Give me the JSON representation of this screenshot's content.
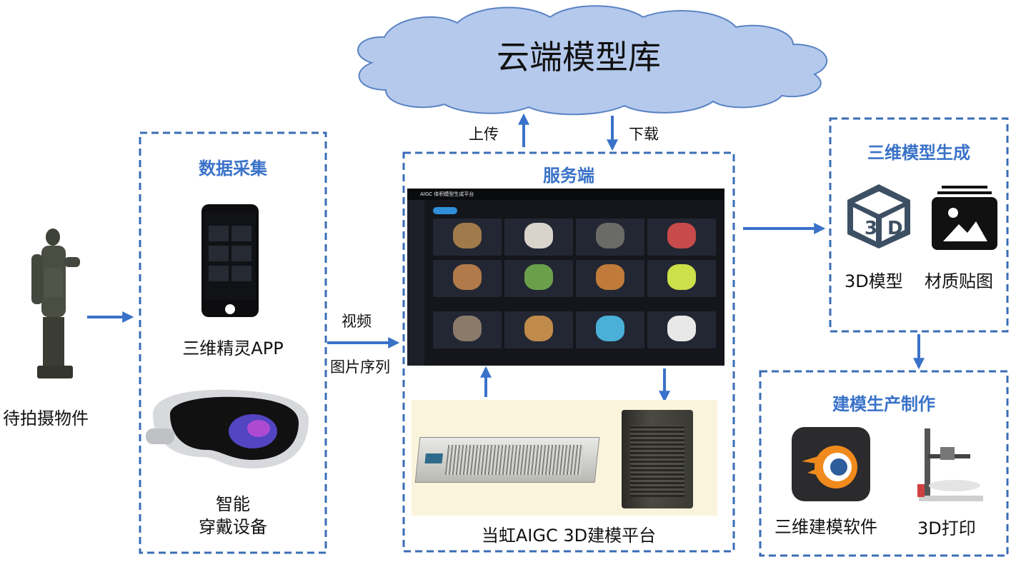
{
  "cloud": {
    "label": "云端模型库"
  },
  "arrows": {
    "upload": "上传",
    "download": "下载",
    "video": "视频",
    "image_sequence": "图片序列"
  },
  "object": {
    "label": "待拍摄物件"
  },
  "data_collection": {
    "title": "数据采集",
    "app_label": "三维精灵APP",
    "wearable_label_line1": "智能",
    "wearable_label_line2": "穿戴设备"
  },
  "server": {
    "title": "服务端",
    "platform_label": "当虹AIGC 3D建模平台",
    "screen_title": "AIGC 体积模型生成平台"
  },
  "generation": {
    "title": "三维模型生成",
    "model_label": "3D模型",
    "texture_label": "材质贴图"
  },
  "production": {
    "title": "建模生产制作",
    "software_label": "三维建模软件",
    "print_label": "3D打印"
  },
  "colors": {
    "accent": "#3a72c9",
    "dash": "#3a6db5",
    "cloud_fill": "#b4c9ec",
    "arrow": "#3a72c9"
  },
  "icons": [
    "3d-model-icon",
    "image-texture-icon",
    "blender-icon",
    "3d-printer-icon"
  ]
}
